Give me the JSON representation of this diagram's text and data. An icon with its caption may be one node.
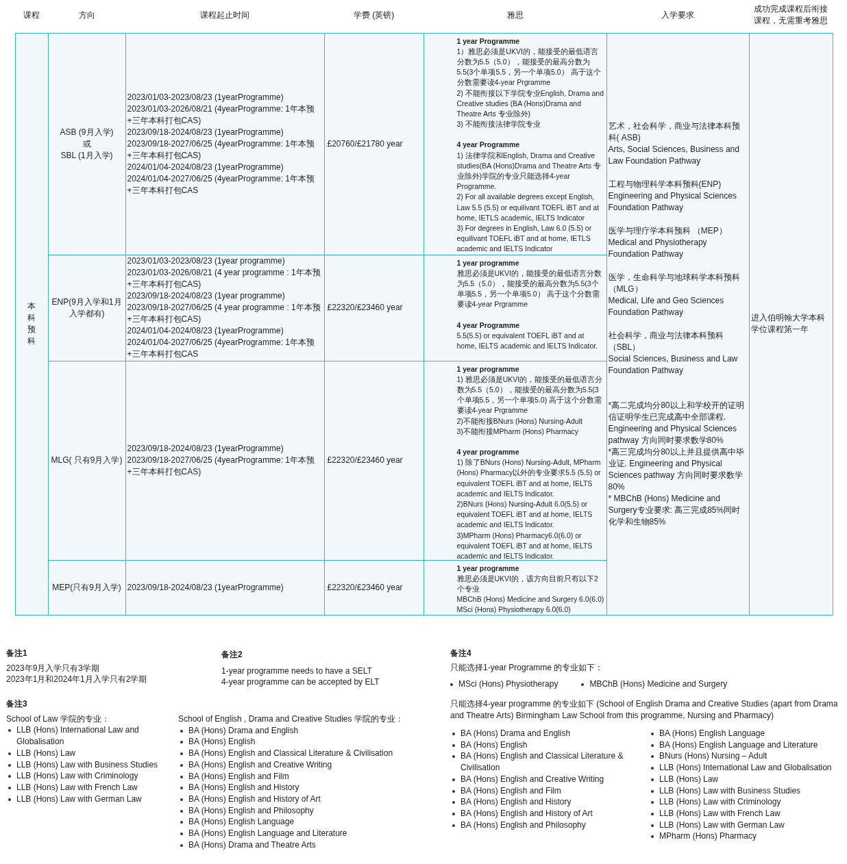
{
  "diagram": {
    "labels": [
      "课程",
      "方向",
      "课程起止时间",
      "学费 (英镑)",
      "雅思",
      "入学要求",
      "成功完成课程后衔接课程，无需重考雅思",
      "本科预科",
      "ASB (9月入学)",
      "或",
      "SBL (1月入学)",
      "2023/01/03-2023/08/23 (1yearProgramme)",
      "2023/01/03-2026/08/21 (4yearProgramme: 1年本预+三年本科打包CAS)",
      "2023/09/18-2024/08/23 (1yearProgramme)",
      "2023/09/18-2027/06/25 (4yearProgramme: 1年本预+三年本科打包CAS)",
      "2024/01/04-2024/08/23 (1yearProgramme)",
      "2024/01/04-2027/06/25 (4yearProgramme: 1年本预+三年本科打包CAS",
      "£20760/£21780 year",
      "1 year Programme",
      "1）雅思必须是UKVI的，能接受的最低语言分数为5.5（5.0），能接受的最高分数为5.5(3个单项5.5，另一个单项5.0） 高于这个分数需要读4-year Prgramme",
      "2) 不能衔接以下学院专业English, Drama and Creative studies (BA (Hons)Drama and Theatre Arts 专业除外)",
      "3) 不能衔接法律学院专业",
      "4 year Programme",
      "1) 法律学院和English, Drama and Creative studies(BA (Hons)Drama and Theatre Arts 专业除外)学院的专业只能选择4-year Programme.",
      "2) For all available degrees except English, Law 5.5 (5.5) or equilivant TOEFL iBT and at home, IETLS academic, IELTS Indicator",
      "3) For degrees in English, Law 6.0 (5.5) or equilivant TOEFL iBT and at home, IETLS academic and IELTS Indicator",
      "艺术，社会科学，商业与法律本科预科( ASB)",
      "Arts, Social Sciences, Business and Law Foundation Pathway",
      "工程与物理科学本科预科(ENP)",
      "Engineering and Physical Sciences Foundation Pathway",
      "医学与理疗学本科预科 （MEP）",
      "Medical and Physiotherapy Foundation Pathway",
      "医学，生命科学与地球科学本科预科（MLG）",
      "Medical, Life and Geo Sciences Foundation Pathway",
      "社会科学，商业与法律本科预科（SBL）",
      "Social Sciences, Business and Law Foundation Pathway",
      "*高二完成均分80以上和学校开的证明信证明学生已完成高中全部课程. Engineering and Physical Sciences pathway 方向同时要求数学80%",
      "*高三完成均分80以上并且提供高中毕业证. Engineering and Physical Sciences pathway 方向同时要求数学80%",
      "* MBChB (Hons) Medicine and Surgery专业要求: 高三完成85%同时化学和生物85%",
      "进入伯明翰大学本科学位课程第一年",
      "ENP(9月入学和1月入学都有)",
      "2023/01/03-2023/08/23 (1year programme)",
      "2023/01/03-2026/08/21 (4 year programme : 1年本预+三年本科打包CAS)",
      "2023/09/18-2024/08/23 (1year programme)",
      "2023/09/18-2027/06/25 (4 year programme : 1年本预+三年本科打包CAS)",
      "2024/01/04-2024/08/23 (1yearProgramme)",
      "2024/01/04-2027/06/25 (4yearProgramme: 1年本预+三年本科打包CAS",
      "£22320/£23460 year",
      "1 year programme",
      "雅思必须是UKVI的，能接受的最低语言分数为5.5（5.0），能接受的最高分数为5.5(3个单项5.5，另一个单项5.0） 高于这个分数需要读4-year Prgramme",
      "4 year Programme",
      "5.5(5.5) or equivalent TOEFL iBT and at home, IELTS academic and IELTS Indicator.",
      "MLG( 只有9月入学)",
      "2023/09/18-2024/08/23 (1yearProgramme)",
      "2023/09/18-2027/06/25 (4yearProgramme: 1年本预+三年本科打包CAS)",
      "£22320/£23460 year",
      "1 year programme",
      "1) 雅思必须是UKVI的，能接受的最低语言分数为5.5（5.0），能接受的最高分数为5.5(3个单项5.5，另一个单项5.0) 高于这个分数需要读4-year Prgramme",
      "2)不能衔接BNurs (Hons) Nursing-Adult",
      "3)不能衔接MPharm (Hons) Pharmacy",
      "4 year programme",
      "1) 除了BNurs (Hons) Nursing-Adult, MPharm (Hons) Pharmacy以外的专业要求5.5 (5.5) or equivalent TOEFL iBT and at home, IELTS academic and IELTS Indicator.",
      "2)BNurs (Hons) Nursing-Adult 6.0(5.5) or equivalent TOEFL iBT and at home, IELTS academic and IELTS Indicator.",
      "3)MPharm (Hons) Pharmacy6.0(6.0) or equivalent TOEFL iBT and at home, IELTS academic and IELTS Indicator.",
      "MEP(只有9月入学)",
      "2023/09/18-2024/08/23 (1yearProgramme)",
      "£22320/£23460 year",
      "1 year programme",
      "雅思必须是UKVI的，该方向目前只有以下2个专业",
      "MBChB (Hons) Medicine and Surgery 6.0(6.0)",
      "MSci (Hons) Physiotherapy 6.0(6.0)",
      "备注1",
      "2023年9月入学只有3学期",
      "2023年1月和2024年1月入学只有2学期",
      "备注2",
      "1-year programme needs to have a SELT",
      "4-year programme can be accepted by ELT",
      "备注4",
      "只能选择1-year Programme 的专业如下：",
      "MSci (Hons) Physiotherapy",
      "MBChB (Hons) Medicine and Surgery",
      "只能选择4-year programme 的专业如下 (School of English Drama and Creative Studies (apart from Drama and Theatre Arts) Birmingham Law School from this programme, Nursing and Pharmacy)",
      "BA (Hons) Drama and English",
      "BA (Hons) English",
      "BA (Hons) English and Classical Literature & Civilisation",
      "BA (Hons) English and Creative Writing",
      "BA (Hons) English and Film",
      "BA (Hons) English and History",
      "BA (Hons) English and History of Art",
      "BA (Hons) English and Philosophy",
      "BA (Hons) English Language",
      "BA (Hons) English Language and Literature",
      "BNurs (Hons) Nursing – Adult",
      "LLB (Hons) International Law and Globalisation",
      "LLB (Hons) Law",
      "LLB (Hons) Law with Business Studies",
      "LLB (Hons) Law with Criminology",
      "LLB (Hons) Law with French Law",
      "LLB (Hons) Law with German Law",
      "MPharm (Hons) Pharmacy",
      "备注3",
      "School of Law 学院的专业：",
      "LLB (Hons) International Law and Globalisation",
      "LLB (Hons) Law",
      "LLB (Hons) Law with Business Studies",
      "LLB (Hons) Law with Criminology",
      "LLB (Hons) Law with French Law",
      "LLB (Hons) Law with German Law",
      "School of English , Drama and Creative Studies 学院的专业：",
      "BA (Hons) Drama and English",
      "BA (Hons) English",
      "BA (Hons) English and Classical Literature & Civilisation",
      "BA (Hons) English and Creative Writing",
      "BA (Hons) English and Film",
      "BA (Hons) English and History",
      "BA (Hons) English and History of Art",
      "BA (Hons) English and Philosophy",
      "BA (Hons) English Language",
      "BA (Hons) English Language and Literature",
      "BA (Hons) Drama and Theatre Arts"
    ]
  }
}
